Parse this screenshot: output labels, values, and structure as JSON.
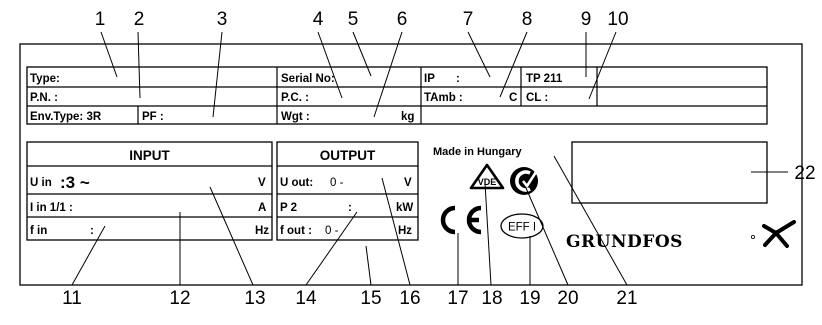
{
  "plate": {
    "type": "Type:",
    "pn": "P.N. :",
    "env": "Env.Type: 3R",
    "pf": "PF :",
    "serial": "Serial No:",
    "pc": "P.C. :",
    "wgt": "Wgt :",
    "wgt_unit": "kg",
    "ip": "IP",
    "ip_colon": ":",
    "tamb": "TAmb :",
    "tamb_unit": "C",
    "tp": "TP 211",
    "cl": "CL :",
    "made_in": "Made in Hungary",
    "brand": "GRUNDFOS",
    "eff": "EFF I",
    "ce": "CE",
    "vde": "VDE"
  },
  "input": {
    "header": "INPUT",
    "uin_label": "U in",
    "uin_value": ":3 ~",
    "uin_unit": "V",
    "iin_label": "I in 1/1 :",
    "iin_unit": "A",
    "fin_label": "f in",
    "fin_colon": ":",
    "fin_unit": "Hz"
  },
  "output": {
    "header": "OUTPUT",
    "uout_label": "U out:",
    "uout_value": "0 -",
    "uout_unit": "V",
    "p2_label": "P 2",
    "p2_colon": ":",
    "p2_unit": "kW",
    "fout_label": "f out :",
    "fout_value": "0 -",
    "fout_unit": "Hz"
  },
  "callouts": [
    "1",
    "2",
    "3",
    "4",
    "5",
    "6",
    "7",
    "8",
    "9",
    "10",
    "11",
    "12",
    "13",
    "14",
    "15",
    "16",
    "17",
    "18",
    "19",
    "20",
    "21",
    "22"
  ]
}
